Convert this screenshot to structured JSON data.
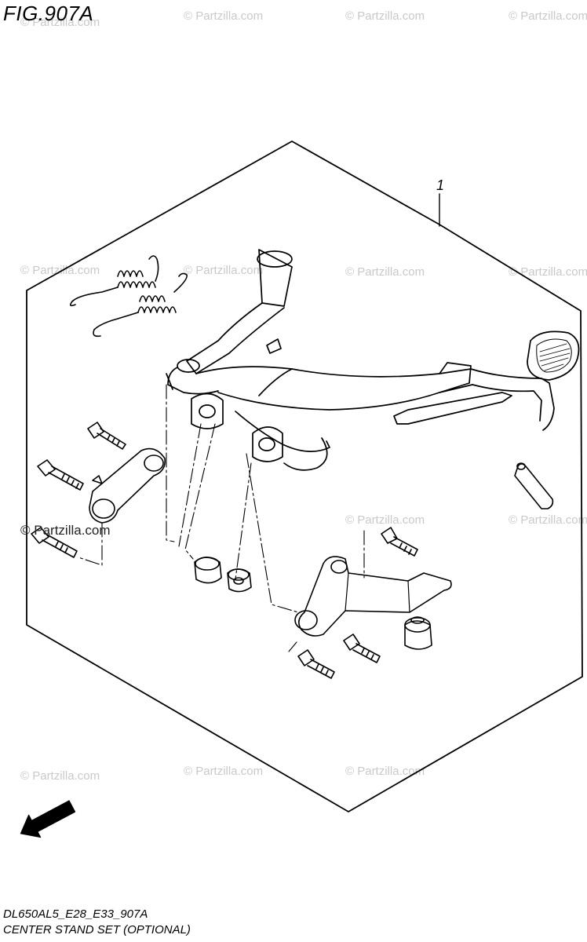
{
  "figure": {
    "title": "FIG.907A"
  },
  "callouts": [
    {
      "label": "1"
    }
  ],
  "watermarks": [
    "© Partzilla.com",
    "© Partzilla.com",
    "© Partzilla.com",
    "© Partzilla.com",
    "© Partzilla.com",
    "© Partzilla.com",
    "© Partzilla.com",
    "© Partzilla.com",
    "© Partzilla.com",
    "© Partzilla.com",
    "© Partzilla.com",
    "© Partzilla.com",
    "© Partzilla.com"
  ],
  "watermark_dark": "© Partzilla.com",
  "direction": {
    "label": "FWD"
  },
  "footer": {
    "code": "DL650AL5_E28_E33_907A",
    "caption": "CENTER STAND SET (OPTIONAL)"
  }
}
